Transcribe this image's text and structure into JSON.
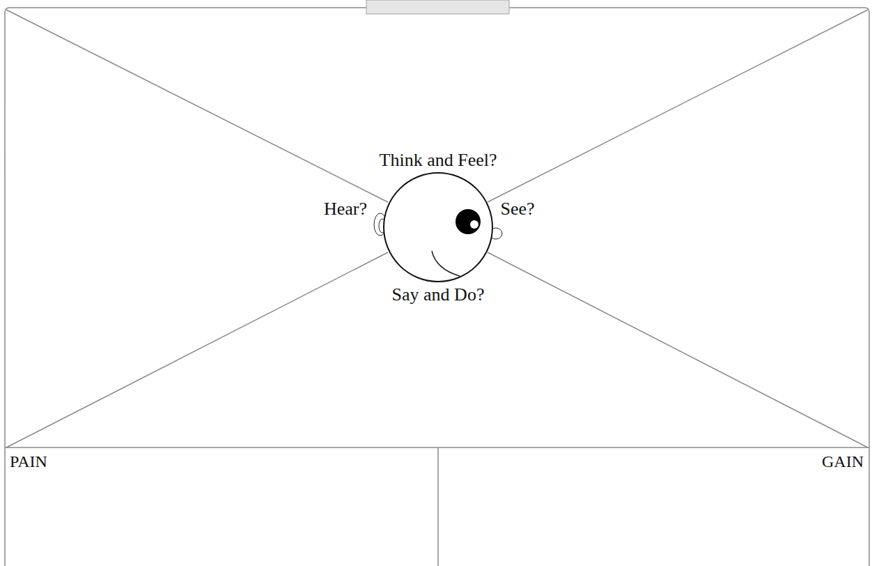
{
  "diagram": {
    "nodes": [
      {
        "text": [
          "PAIN"
        ]
      },
      {
        "text": [
          "GAIN"
        ]
      }
    ],
    "labels": [
      "Think and Feel?",
      "Hear?",
      "See?",
      "Say and Do?"
    ]
  }
}
